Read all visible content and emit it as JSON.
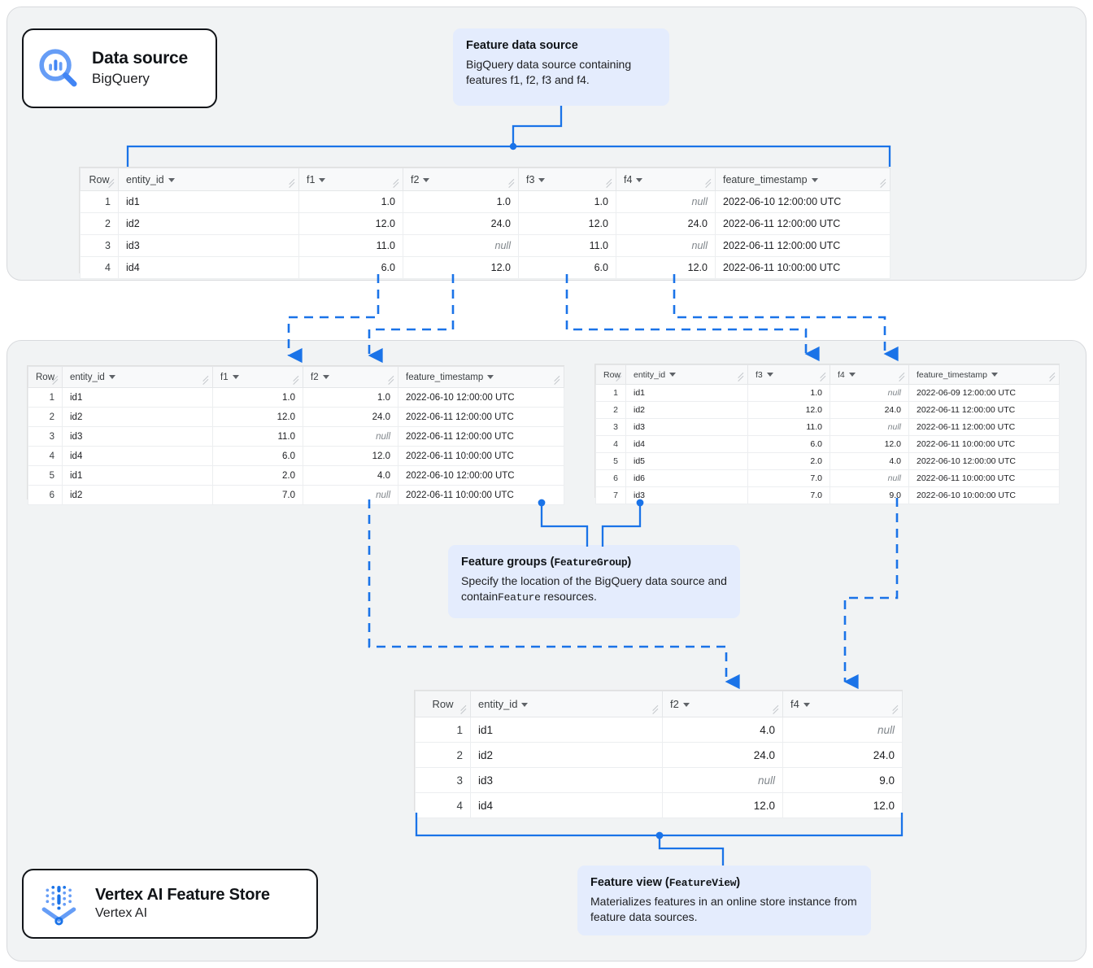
{
  "diagram": {
    "title": "Vertex AI Feature Store data flow",
    "accent": "#1a73e8",
    "callout_bg": "#e4ecfd",
    "panel_bg": "#f1f3f4"
  },
  "chips": [
    {
      "id": "bigquery",
      "icon": "bigquery-magnifier-icon",
      "title": "Data source",
      "subtitle": "BigQuery"
    },
    {
      "id": "vertex",
      "icon": "vertex-ai-funnel-icon",
      "title": "Vertex AI Feature Store",
      "subtitle": "Vertex AI"
    }
  ],
  "callouts": {
    "feature_data_source": {
      "title": "Feature data source",
      "title_code": "",
      "body": "BigQuery data source containing features f1, f2, f3 and f4."
    },
    "feature_groups": {
      "title": "Feature groups (",
      "title_code": "FeatureGroup",
      "title_tail": ")",
      "body_1": "Specify the location of the BigQuery data source and contain",
      "body_code": "Feature",
      "body_2": " resources."
    },
    "feature_view": {
      "title": "Feature view (",
      "title_code": "FeatureView",
      "title_tail": ")",
      "body": "Materializes features in an online store instance from feature data sources."
    }
  },
  "tables": {
    "source": {
      "name": "feature-data-source-table",
      "columns": [
        "Row",
        "entity_id",
        "f1",
        "f2",
        "f3",
        "f4",
        "feature_timestamp"
      ],
      "rows": [
        [
          "1",
          "id1",
          "1.0",
          "1.0",
          "1.0",
          "null",
          "2022-06-10 12:00:00 UTC"
        ],
        [
          "2",
          "id2",
          "12.0",
          "24.0",
          "12.0",
          "24.0",
          "2022-06-11 12:00:00 UTC"
        ],
        [
          "3",
          "id3",
          "11.0",
          "null",
          "11.0",
          "null",
          "2022-06-11 12:00:00 UTC"
        ],
        [
          "4",
          "id4",
          "6.0",
          "12.0",
          "6.0",
          "12.0",
          "2022-06-11 10:00:00 UTC"
        ]
      ]
    },
    "feature_group_1": {
      "name": "feature-group-1-table",
      "columns": [
        "Row",
        "entity_id",
        "f1",
        "f2",
        "feature_timestamp"
      ],
      "rows": [
        [
          "1",
          "id1",
          "1.0",
          "1.0",
          "2022-06-10 12:00:00 UTC"
        ],
        [
          "2",
          "id2",
          "12.0",
          "24.0",
          "2022-06-11 12:00:00 UTC"
        ],
        [
          "3",
          "id3",
          "11.0",
          "null",
          "2022-06-11 12:00:00 UTC"
        ],
        [
          "4",
          "id4",
          "6.0",
          "12.0",
          "2022-06-11 10:00:00 UTC"
        ],
        [
          "5",
          "id1",
          "2.0",
          "4.0",
          "2022-06-10 12:00:00 UTC"
        ],
        [
          "6",
          "id2",
          "7.0",
          "null",
          "2022-06-11 10:00:00 UTC"
        ]
      ]
    },
    "feature_group_2": {
      "name": "feature-group-2-table",
      "columns": [
        "Row",
        "entity_id",
        "f3",
        "f4",
        "feature_timestamp"
      ],
      "rows": [
        [
          "1",
          "id1",
          "1.0",
          "null",
          "2022-06-09 12:00:00 UTC"
        ],
        [
          "2",
          "id2",
          "12.0",
          "24.0",
          "2022-06-11 12:00:00 UTC"
        ],
        [
          "3",
          "id3",
          "11.0",
          "null",
          "2022-06-11 12:00:00 UTC"
        ],
        [
          "4",
          "id4",
          "6.0",
          "12.0",
          "2022-06-11 10:00:00 UTC"
        ],
        [
          "5",
          "id5",
          "2.0",
          "4.0",
          "2022-06-10 12:00:00 UTC"
        ],
        [
          "6",
          "id6",
          "7.0",
          "null",
          "2022-06-11 10:00:00 UTC"
        ],
        [
          "7",
          "id3",
          "7.0",
          "9.0",
          "2022-06-10 10:00:00 UTC"
        ]
      ]
    },
    "feature_view": {
      "name": "feature-view-table",
      "columns": [
        "Row",
        "entity_id",
        "f2",
        "f4"
      ],
      "rows": [
        [
          "1",
          "id1",
          "4.0",
          "null"
        ],
        [
          "2",
          "id2",
          "24.0",
          "24.0"
        ],
        [
          "3",
          "id3",
          "null",
          "9.0"
        ],
        [
          "4",
          "id4",
          "12.0",
          "12.0"
        ]
      ]
    }
  }
}
